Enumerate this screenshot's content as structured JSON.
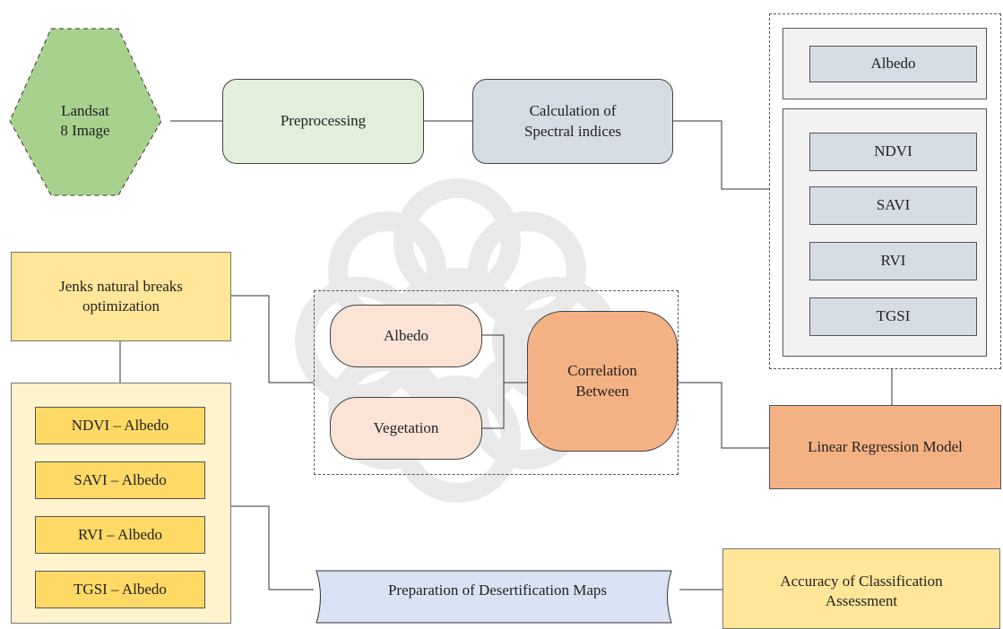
{
  "nodes": {
    "landsat": "Landsat\n8 Image",
    "preprocessing": "Preprocessing",
    "calc_indices": "Calculation of\nSpectral indices",
    "albedo_index": "Albedo",
    "ndvi": "NDVI",
    "savi": "SAVI",
    "rvi": "RVI",
    "tgsi": "TGSI",
    "jenks": "Jenks natural breaks\noptimization",
    "ndvi_albedo": "NDVI – Albedo",
    "savi_albedo": "SAVI – Albedo",
    "rvi_albedo": "RVI – Albedo",
    "tgsi_albedo": "TGSI – Albedo",
    "corr_albedo": "Albedo",
    "corr_vegetation": "Vegetation",
    "correlation": "Correlation\nBetween",
    "linear_regression": "Linear Regression Model",
    "desertification_maps": "Preparation of Desertification Maps",
    "accuracy": "Accuracy of Classification\nAssessment"
  },
  "colors": {
    "green": "#e2efda",
    "blue_gray": "#d6dce4",
    "gold": "#ffe699",
    "cream": "#fff2cc",
    "pair_gold": "#ffd966",
    "peach": "#fbe4d5",
    "orange": "#f4b183",
    "light_blue": "#dae3f3",
    "landsat_green": "#a9d18e"
  }
}
